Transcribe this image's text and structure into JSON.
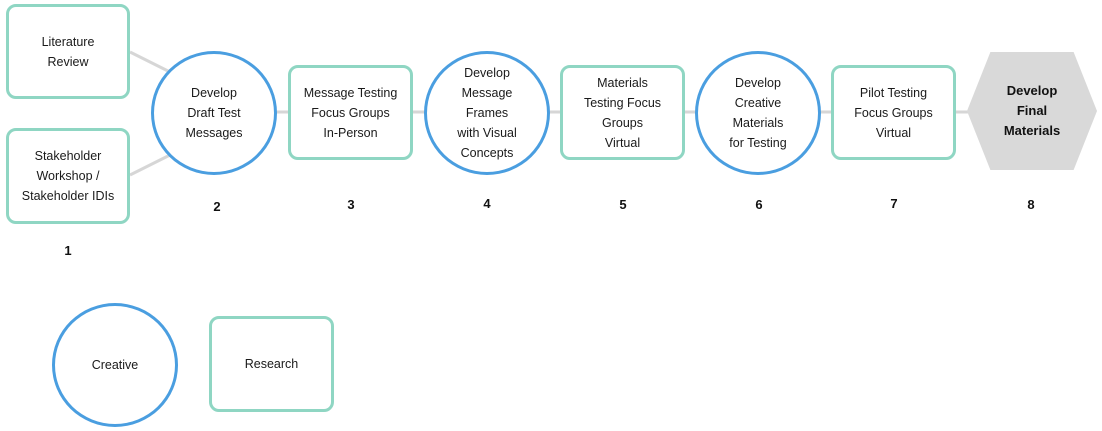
{
  "colors": {
    "research_border": "#8fd6c3",
    "creative_border": "#4a9ee0",
    "connector": "#d6d6d6",
    "final_fill": "#d9d9d9"
  },
  "steps": [
    {
      "number": "1",
      "items": [
        "Literature\nReview",
        "Stakeholder\nWorkshop /\nStakeholder IDIs"
      ],
      "kind": "research"
    },
    {
      "number": "2",
      "label": "Develop\nDraft Test\nMessages",
      "kind": "creative"
    },
    {
      "number": "3",
      "label": "Message Testing\nFocus Groups\nIn-Person",
      "kind": "research"
    },
    {
      "number": "4",
      "label": "Develop\nMessage\nFrames\nwith Visual\nConcepts",
      "kind": "creative"
    },
    {
      "number": "5",
      "label": "Materials\nTesting Focus\nGroups\nVirtual",
      "kind": "research"
    },
    {
      "number": "6",
      "label": "Develop\nCreative\nMaterials\nfor Testing",
      "kind": "creative"
    },
    {
      "number": "7",
      "label": "Pilot Testing\nFocus Groups\nVirtual",
      "kind": "research"
    },
    {
      "number": "8",
      "label": "Develop\nFinal\nMaterials",
      "kind": "final"
    }
  ],
  "legend": {
    "creative": "Creative",
    "research": "Research"
  }
}
